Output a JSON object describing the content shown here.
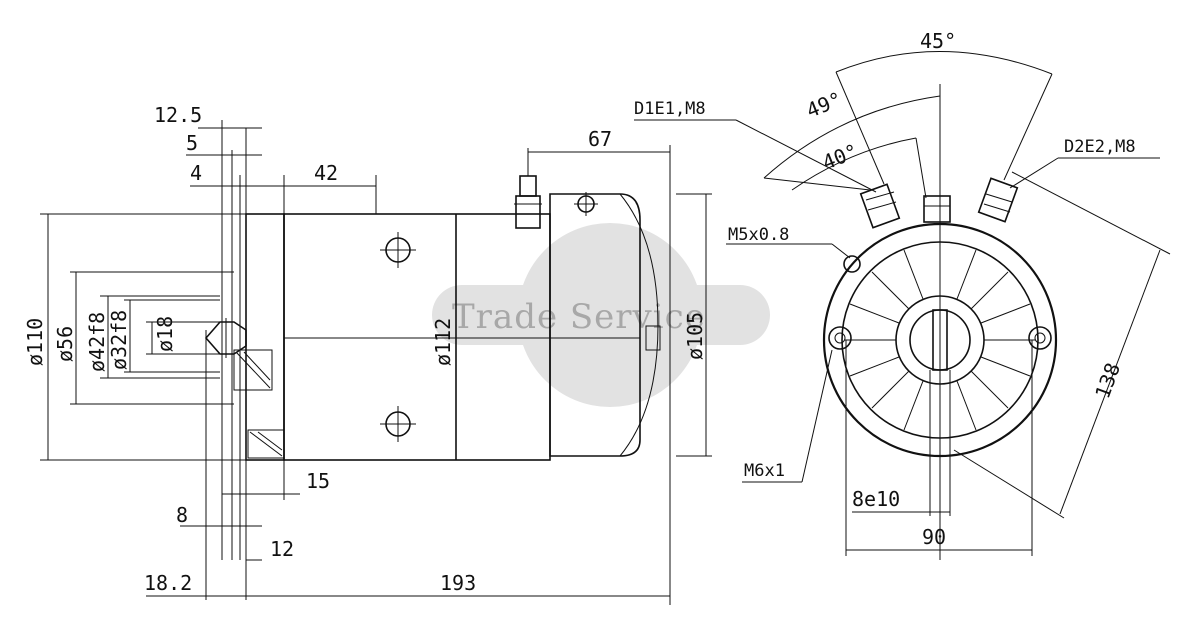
{
  "watermark": "Trade Service",
  "side_view": {
    "dims": {
      "d125": "12.5",
      "d5": "5",
      "d4": "4",
      "d42": "42",
      "d67": "67",
      "d15": "15",
      "d8": "8",
      "d12": "12",
      "d182": "18.2",
      "d193": "193",
      "dia110": "ø110",
      "dia56": "ø56",
      "dia42f8": "ø42f8",
      "dia32f8": "ø32f8",
      "dia18": "ø18",
      "dia112": "ø112",
      "dia105": "ø105"
    }
  },
  "end_view": {
    "angle45": "45°",
    "angle49": "49°",
    "angle40": "40°",
    "term1": "D1E1,M8",
    "term2": "D2E2,M8",
    "m5": "M5x0.8",
    "m6": "M6x1",
    "e10": "8e10",
    "d90": "90",
    "d138": "138"
  }
}
